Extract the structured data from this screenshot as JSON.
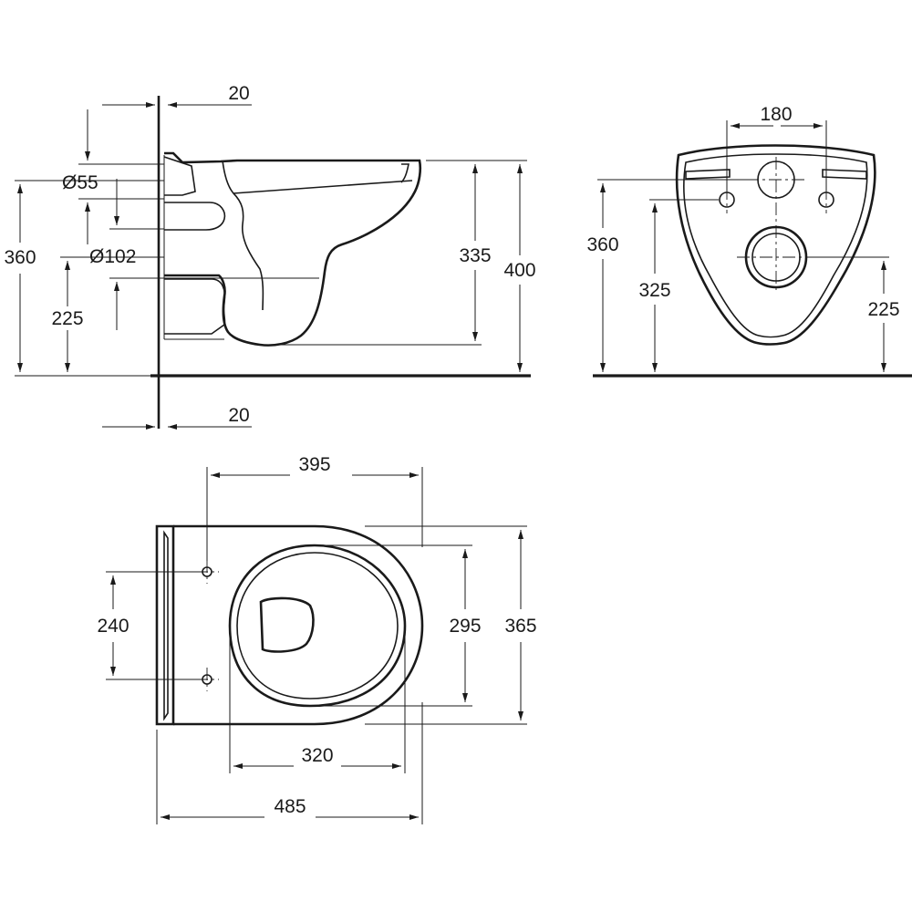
{
  "side_view": {
    "dim_wall_top": "20",
    "dim_wall_bottom": "20",
    "dim_inlet_dia": "Ø55",
    "dim_outlet_dia": "Ø102",
    "dim_height_inlet": "360",
    "dim_height_outlet": "225",
    "dim_rim_to_outlet": "335",
    "dim_rim_height": "400"
  },
  "rear_view": {
    "dim_fixing_spacing": "180",
    "dim_fixing_height": "360",
    "dim_inlet_height": "325",
    "dim_outlet_height": "225"
  },
  "top_view": {
    "dim_bowl_length": "395",
    "dim_bolt_spacing": "240",
    "dim_inner_width": "295",
    "dim_outer_width": "365",
    "dim_inner_length": "320",
    "dim_total_length": "485"
  }
}
